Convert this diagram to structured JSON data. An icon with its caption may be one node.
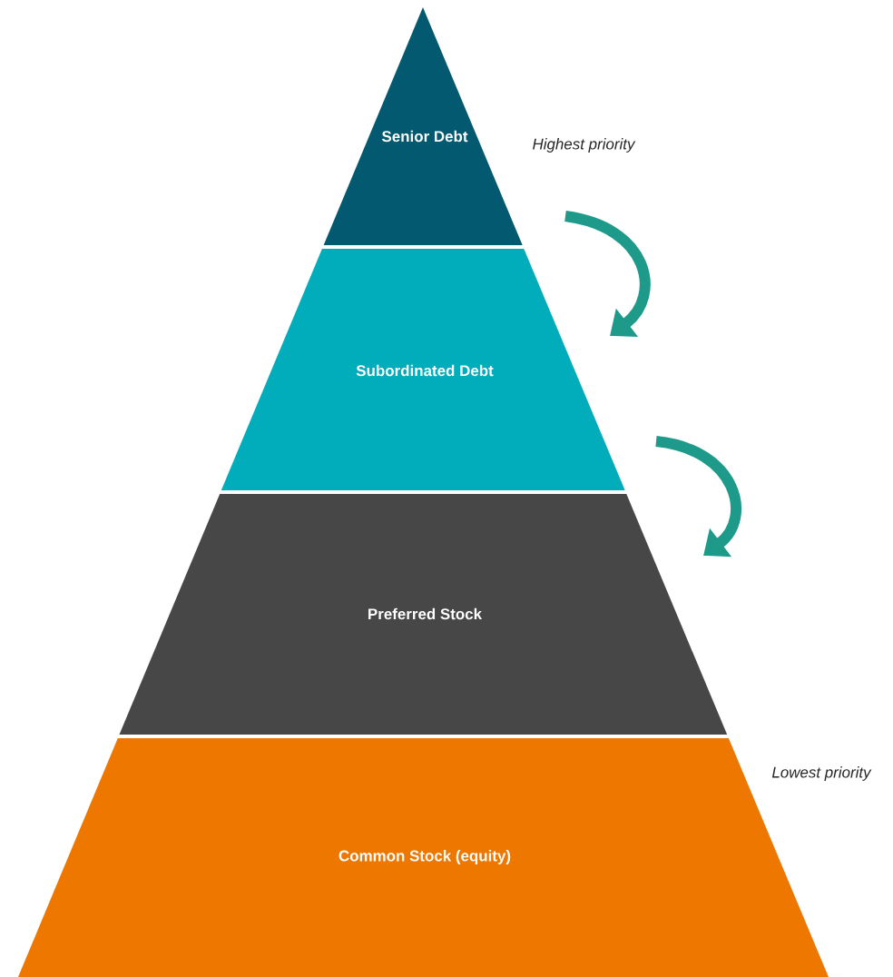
{
  "diagram": {
    "nodes": [
      {
        "text": [
          "Senior Debt"
        ],
        "beside": [
          "Highest priority"
        ]
      },
      {
        "text": [
          "Subordinated Debt"
        ]
      },
      {
        "text": [
          "Preferred Stock"
        ]
      },
      {
        "text": [
          "Common Stock (equity)"
        ],
        "beside": [
          "Lowest priority"
        ]
      }
    ]
  }
}
